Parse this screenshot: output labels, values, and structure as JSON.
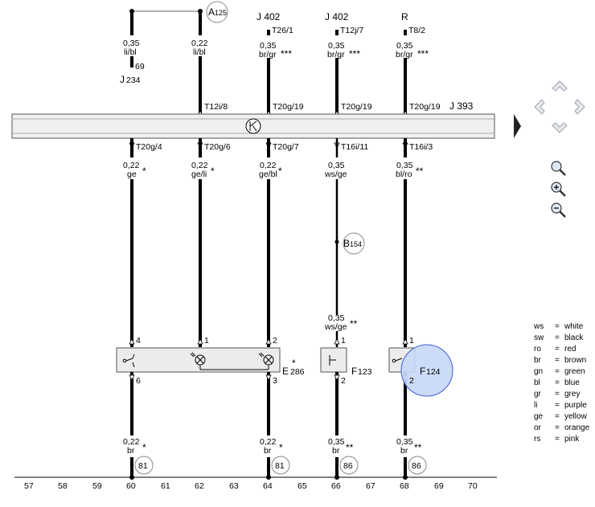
{
  "top": {
    "a125": {
      "letter": "A",
      "sub": "125"
    },
    "j234": {
      "letter": "J",
      "sub": "234"
    },
    "w1": {
      "size": "0,35",
      "color": "li/bl",
      "pin": "69"
    },
    "w2": {
      "size": "0,22",
      "color": "li/bl",
      "conn": "T12i/8"
    },
    "w3": {
      "label": "J 402",
      "pin": "T26/1",
      "size": "0,35",
      "color": "br/gr",
      "star": "***",
      "conn": "T20g/19"
    },
    "w4": {
      "label": "J 402",
      "pin": "T12j/7",
      "size": "0,35",
      "color": "br/gr",
      "star": "***",
      "conn": "T20g/19"
    },
    "w5": {
      "label": "R",
      "pin": "T8/2",
      "size": "0,35",
      "color": "br/gr",
      "star": "***",
      "conn": "T20g/19"
    },
    "j393": "J 393"
  },
  "mid": {
    "c1": {
      "conn": "T20g/4",
      "size": "0,22",
      "color": "ge",
      "star": "*"
    },
    "c2": {
      "conn": "T20g/6",
      "size": "0,22",
      "color": "ge/li",
      "star": "*"
    },
    "c3": {
      "conn": "T20g/7",
      "size": "0,22",
      "color": "ge/bl",
      "star": "*"
    },
    "c4": {
      "conn": "T16i/11",
      "size": "0,35",
      "color": "ws/ge"
    },
    "c5": {
      "conn": "T16i/3",
      "size": "0,35",
      "color": "bl/ro",
      "star": "**"
    },
    "b154": {
      "letter": "B",
      "sub": "154"
    },
    "c4b": {
      "size": "0,35",
      "color": "ws/ge",
      "star": "**"
    }
  },
  "components": {
    "e286": {
      "letter": "E",
      "sub": "286",
      "star": "*",
      "pins": [
        "4",
        "1",
        "2",
        "6",
        "3"
      ]
    },
    "f123": {
      "letter": "F",
      "sub": "123",
      "pins": [
        "1",
        "2"
      ]
    },
    "f124": {
      "letter": "F",
      "sub": "124",
      "pins": [
        "1",
        "2"
      ]
    }
  },
  "bottom": {
    "b1": {
      "size": "0,22",
      "color": "br",
      "star": "*",
      "ground": "81"
    },
    "b3": {
      "size": "0,22",
      "color": "br",
      "star": "*",
      "ground": "81"
    },
    "b4": {
      "size": "0,35",
      "color": "br",
      "star": "**",
      "ground": "86"
    },
    "b5": {
      "size": "0,35",
      "color": "br",
      "star": "**",
      "ground": "86"
    }
  },
  "scale": [
    "57",
    "58",
    "59",
    "60",
    "61",
    "62",
    "63",
    "64",
    "65",
    "66",
    "67",
    "68",
    "69",
    "70"
  ],
  "legend": [
    {
      "abbr": "ws",
      "name": "white"
    },
    {
      "abbr": "sw",
      "name": "black"
    },
    {
      "abbr": "ro",
      "name": "red"
    },
    {
      "abbr": "br",
      "name": "brown"
    },
    {
      "abbr": "gn",
      "name": "green"
    },
    {
      "abbr": "bl",
      "name": "blue"
    },
    {
      "abbr": "gr",
      "name": "grey"
    },
    {
      "abbr": "li",
      "name": "purple"
    },
    {
      "abbr": "ge",
      "name": "yellow"
    },
    {
      "abbr": "or",
      "name": "orange"
    },
    {
      "abbr": "rs",
      "name": "pink"
    }
  ],
  "colors": {
    "wire": "#000000",
    "bus": "#f0f0f0",
    "component": "#ececec",
    "highlight": "#c7d8f7",
    "highlight_border": "#3d5fd6",
    "nav_fill": "#e8e8e8",
    "nav_stroke": "#9aa3b5"
  },
  "controls": {
    "pan_up": "chevron-up-icon",
    "pan_down": "chevron-down-icon",
    "pan_left": "chevron-left-icon",
    "pan_right": "chevron-right-icon",
    "zoom_reset": "magnifier-icon",
    "zoom_in": "zoom-in-icon",
    "zoom_out": "zoom-out-icon",
    "expand": "triangle-right-icon"
  }
}
